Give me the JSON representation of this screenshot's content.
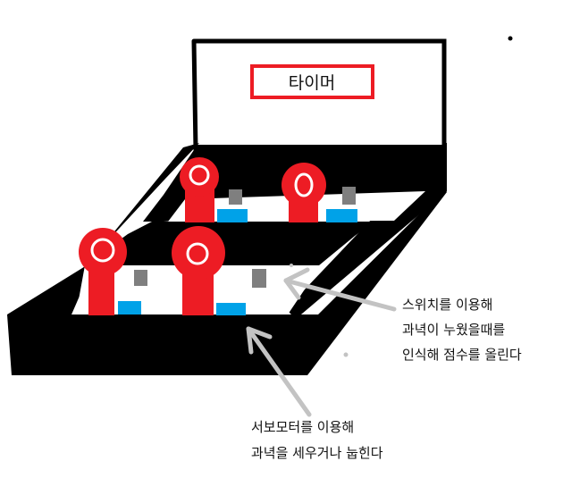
{
  "timer_label": "타이머",
  "annotations": {
    "switch": {
      "line1": "스위치를 이용해",
      "line2": "과녁이 누웠을때를",
      "line3": "인식해 점수를 올린다"
    },
    "servo": {
      "line1": "서보모터를 이용해",
      "line2": "과녁을 세우거나 눕힌다"
    }
  },
  "colors": {
    "ink": "#000000",
    "paper": "#ffffff",
    "target_red": "#ed1c24",
    "switch_blue": "#00a2e8",
    "servo_gray": "#7f7f7f",
    "arrow_gray": "#c3c3c3"
  }
}
